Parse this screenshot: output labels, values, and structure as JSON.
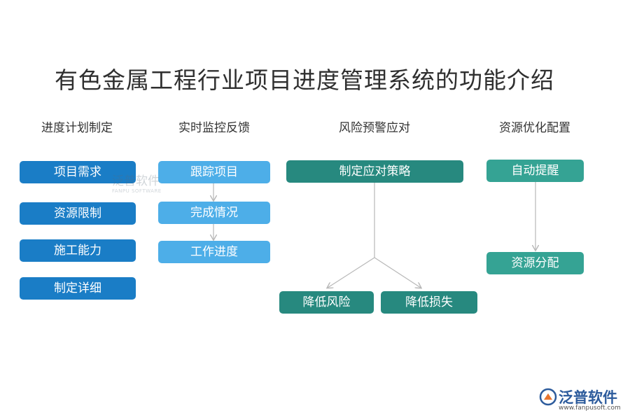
{
  "title": "有色金属工程行业项目进度管理系统的功能介绍",
  "columns": [
    {
      "heading": "进度计划制定",
      "items": [
        "项目需求",
        "资源限制",
        "施工能力",
        "制定详细"
      ]
    },
    {
      "heading": "实时监控反馈",
      "items": [
        "跟踪项目",
        "完成情况",
        "工作进度"
      ]
    },
    {
      "heading": "风险预警应对",
      "top": "制定应对策略",
      "branches": [
        "降低风险",
        "降低损失"
      ]
    },
    {
      "heading": "资源优化配置",
      "top": "自动提醒",
      "bottom": "资源分配"
    }
  ],
  "watermark": {
    "main": "泛普软件",
    "sub": "FANPU SOFTWARE"
  },
  "logo": {
    "name": "泛普软件",
    "url": "www.fanpusoft.com"
  },
  "colors": {
    "blue_dark": "#1a7dc6",
    "blue_light": "#4daee8",
    "teal_dark": "#27897f",
    "teal_light": "#35a394",
    "connector": "#b8b8b8"
  }
}
